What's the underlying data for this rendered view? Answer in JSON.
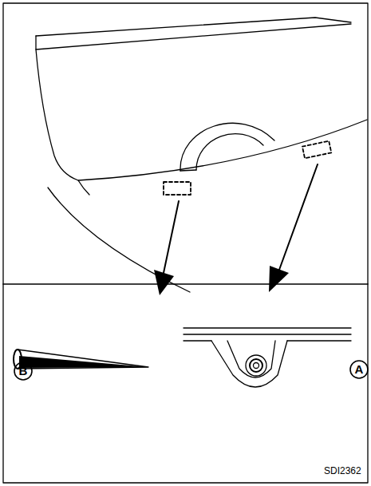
{
  "diagram": {
    "labels": [
      "B",
      "A",
      "SDI2362"
    ]
  }
}
